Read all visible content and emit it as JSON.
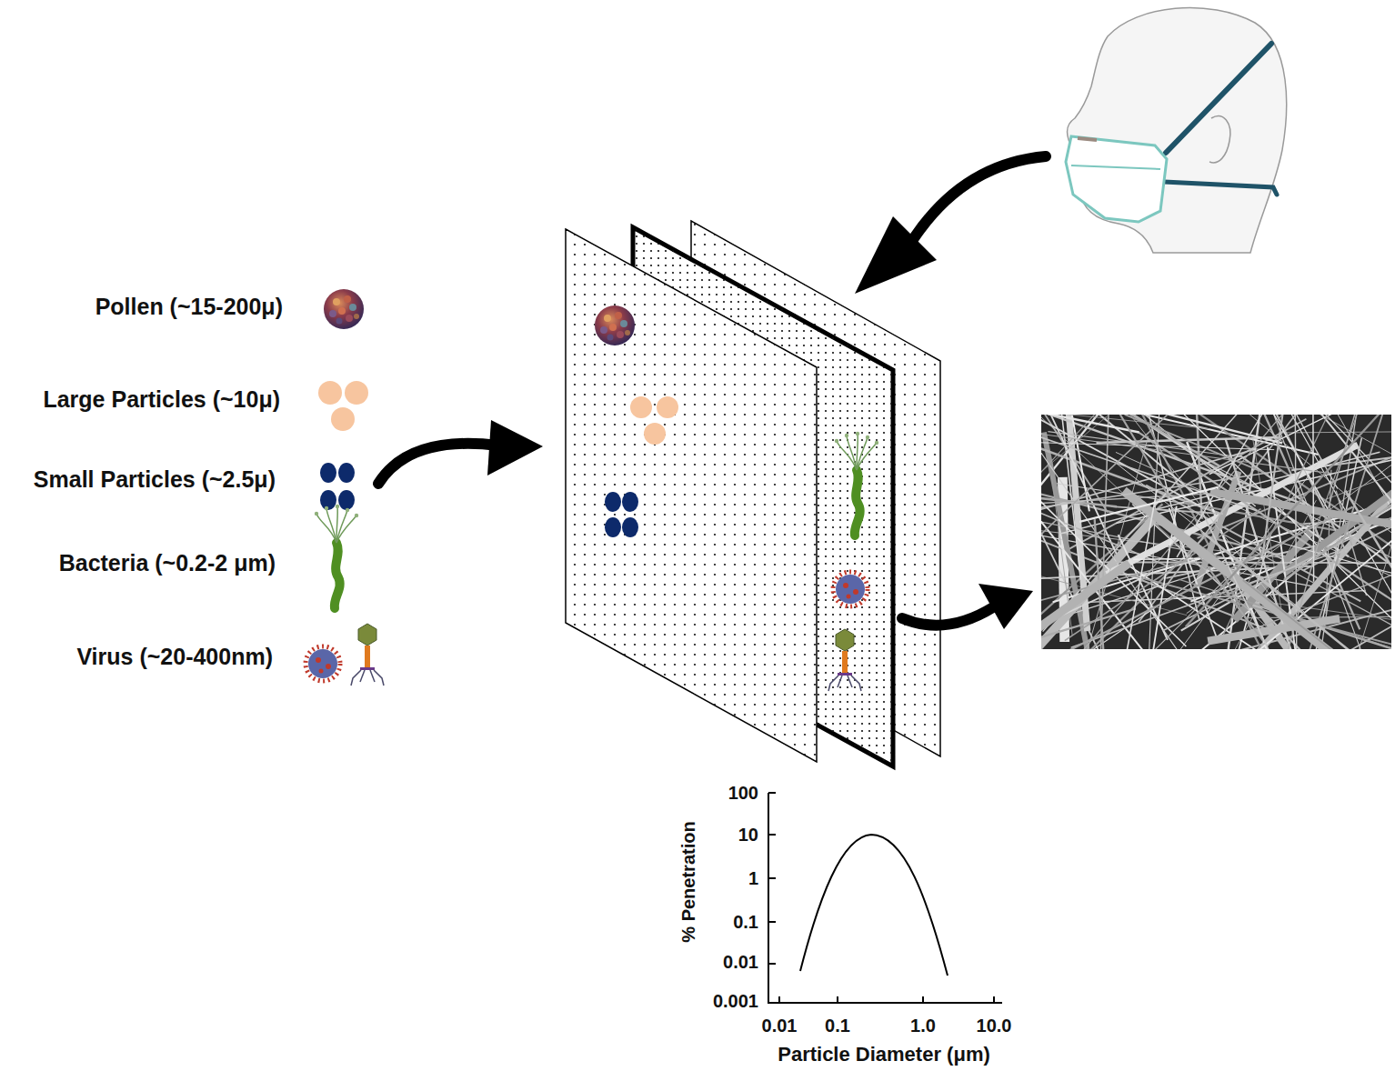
{
  "diagram": {
    "labels": [
      "Pollen (~15-200μ)",
      "Large Particles (~10μ)",
      "Small Particles (~2.5μ)",
      "Bacteria (~0.2-2 μm)",
      "Virus (~20-400nm)",
      "100",
      "10",
      "1",
      "0.1",
      "0.01",
      "0.001",
      "0.01",
      "0.1",
      "1.0",
      "10.0",
      "% Penetration",
      "Particle Diameter (μm)"
    ]
  }
}
